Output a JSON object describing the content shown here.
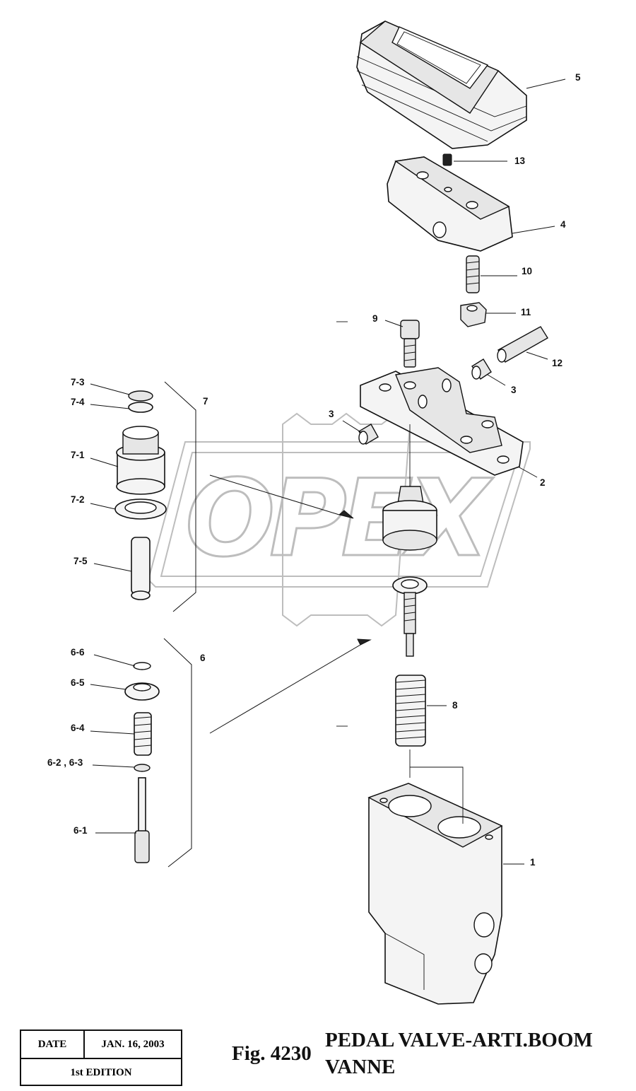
{
  "figure": {
    "number_label": "Fig. 4230",
    "title_line_1": "PEDAL VALVE-ARTI.BOOM",
    "title_line_2": "VANNE"
  },
  "edition_box": {
    "date_label": "DATE",
    "date_value": "JAN. 16, 2003",
    "edition": "1st EDITION"
  },
  "watermark": {
    "text": "OPEX"
  },
  "callouts": {
    "c1": "1",
    "c2": "2",
    "c3a": "3",
    "c3b": "3",
    "c4": "4",
    "c5": "5",
    "c6": "6",
    "c7": "7",
    "c8": "8",
    "c9": "9",
    "c10": "10",
    "c11": "11",
    "c12": "12",
    "c13": "13",
    "c6_1": "6-1",
    "c6_2_3": "6-2 , 6-3",
    "c6_4": "6-4",
    "c6_5": "6-5",
    "c6_6": "6-6",
    "c7_1": "7-1",
    "c7_2": "7-2",
    "c7_3": "7-3",
    "c7_4": "7-4",
    "c7_5": "7-5"
  }
}
